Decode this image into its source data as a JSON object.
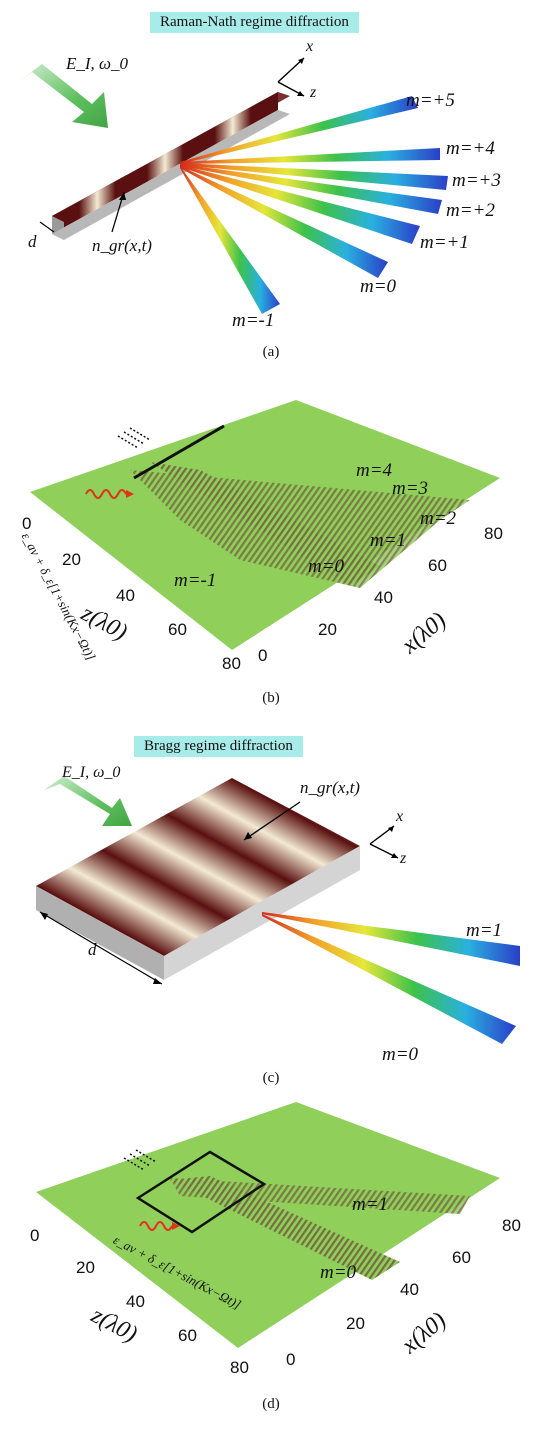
{
  "panel_a": {
    "title": "Raman-Nath regime diffraction",
    "incident": "E_I, ω_0",
    "axis_x": "x",
    "axis_z": "z",
    "thickness": "d",
    "index_label": "n_gr(x,t)",
    "orders": [
      "m=+5",
      "m=+4",
      "m=+3",
      "m=+2",
      "m=+1",
      "m=0",
      "m=-1"
    ],
    "caption": "(a)"
  },
  "panel_b": {
    "permittivity": "ε_av + δ_ε[1+sin(Kx−Ωt)]",
    "orders": [
      "m=4",
      "m=3",
      "m=2",
      "m=1",
      "m=0",
      "m=-1"
    ],
    "z_ticks": [
      "0",
      "20",
      "40",
      "60",
      "80"
    ],
    "x_ticks": [
      "0",
      "20",
      "40",
      "60",
      "80"
    ],
    "z_label": "z(λ0)",
    "x_label": "x(λ0)",
    "caption": "(b)"
  },
  "panel_c": {
    "title": "Bragg regime diffraction",
    "incident": "E_I, ω_0",
    "index_label": "n_gr(x,t)",
    "axis_x": "x",
    "axis_z": "z",
    "thickness": "d",
    "orders": [
      "m=1",
      "m=0"
    ],
    "caption": "(c)"
  },
  "panel_d": {
    "permittivity": "ε_av + δ_ε[1+sin(Kx−Ωt)]",
    "orders": [
      "m=1",
      "m=0"
    ],
    "z_ticks": [
      "0",
      "20",
      "40",
      "60",
      "80"
    ],
    "x_ticks": [
      "0",
      "20",
      "40",
      "60",
      "80"
    ],
    "z_label": "z(λ0)",
    "x_label": "x(λ0)",
    "caption": "(d)"
  },
  "colors": {
    "title_bg": "#a8ecea",
    "grating_dark": "#5a1010",
    "grating_light": "#f3ead2",
    "beam_green": "#4cb84c",
    "field_green": "#8fcf5a"
  }
}
